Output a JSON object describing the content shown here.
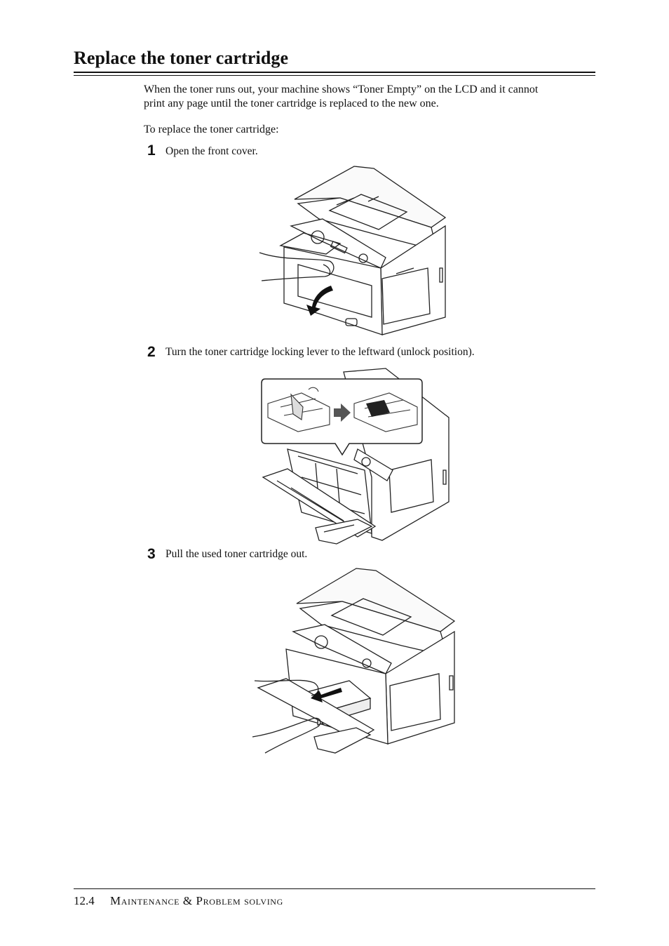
{
  "page": {
    "title": "Replace the toner cartridge",
    "intro_line1": "When the toner runs out, your machine shows “Toner Empty” on the LCD and it cannot",
    "intro_line2": "print any page until the toner cartridge is replaced to the new one.",
    "lead_in": "To replace the toner cartridge:"
  },
  "steps": [
    {
      "number": "1",
      "text": "Open the front cover."
    },
    {
      "number": "2",
      "text": "Turn the toner cartridge locking lever to the leftward (unlock position)."
    },
    {
      "number": "3",
      "text": "Pull the used toner cartridge out."
    }
  ],
  "footer": {
    "page_number": "12.4",
    "section": "Maintenance & Problem solving"
  }
}
